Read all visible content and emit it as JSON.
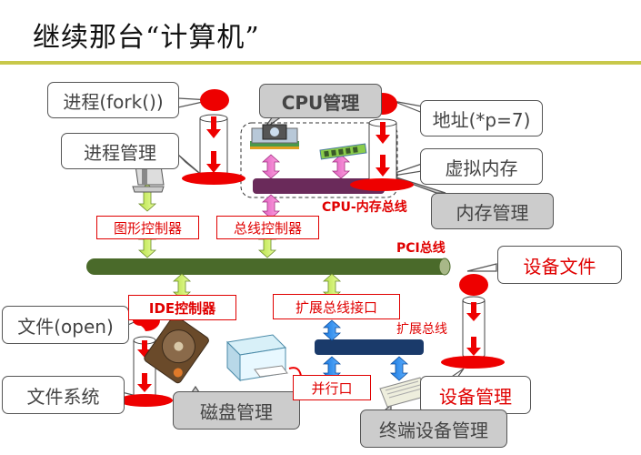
{
  "title": "继续那台“计算机”",
  "colors": {
    "accent_rule": "#c8c84a",
    "red": "#e00000",
    "pci_bus": "#4a6a2a",
    "cpu_mem_bus": "#6a2a5a",
    "expansion_bus": "#1a3a6a",
    "gray_callout": "#cccccc"
  },
  "callouts": {
    "process_fork": "进程(fork())",
    "process_mgmt": "进程管理",
    "cpu_mgmt": "CPU管理",
    "address": "地址(*p=7)",
    "virtual_memory": "虚拟内存",
    "memory_mgmt": "内存管理",
    "device_file": "设备文件",
    "file_open": "文件(open)",
    "file_system": "文件系统",
    "disk_mgmt": "磁盘管理",
    "device_mgmt": "设备管理",
    "terminal_mgmt": "终端设备管理"
  },
  "boxes": {
    "graphics_controller": "图形控制器",
    "bus_controller": "总线控制器",
    "ide_controller": "IDE控制器",
    "expansion_interface": "扩展总线接口",
    "parallel_port": "并行口"
  },
  "bus_labels": {
    "cpu_memory_bus": "CPU-内存总线",
    "pci_bus": "PCI总线",
    "expansion_bus": "扩展总线"
  },
  "devices": [
    "monitor-icon",
    "cpu-icon",
    "memory-icon",
    "hard-disk-icon",
    "printer-icon",
    "keyboard-icon"
  ]
}
